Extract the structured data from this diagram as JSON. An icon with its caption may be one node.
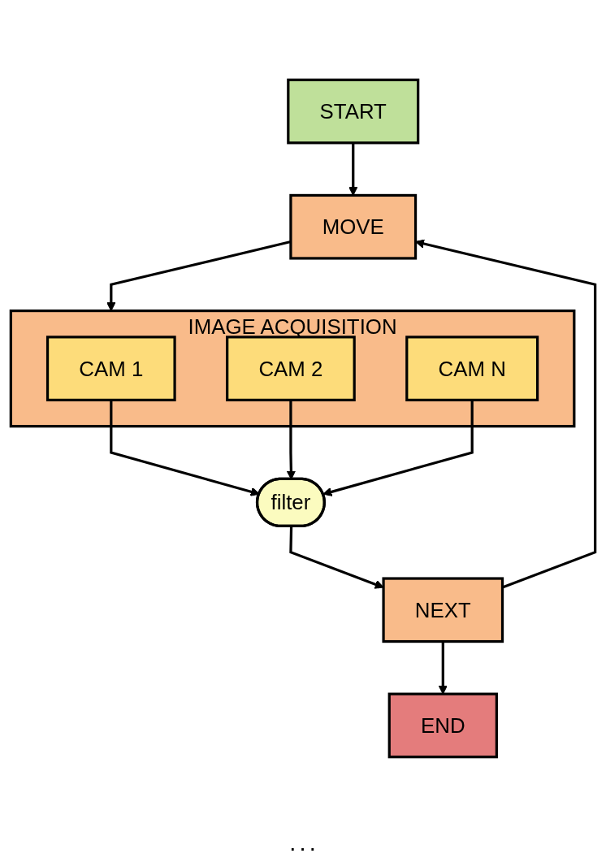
{
  "diagram": {
    "nodes": [
      {
        "text": [
          "START"
        ]
      },
      {
        "text": [
          "MOVE"
        ]
      },
      {
        "text": [
          "IMAGE ACQUISITION"
        ]
      },
      {
        "text": [
          "CAM 1"
        ],
        "in": 2
      },
      {
        "text": [
          "CAM 2"
        ],
        "in": 2
      },
      {
        "text": [
          "CAM N"
        ],
        "in": 2
      },
      {
        "text": [
          "filter"
        ]
      },
      {
        "text": [
          "NEXT"
        ]
      },
      {
        "text": [
          "END"
        ]
      }
    ],
    "edges": [
      {
        "from": 0,
        "to": 1,
        "arrow": "to"
      },
      {
        "from": 1,
        "to": 2,
        "arrow": "to"
      },
      {
        "from": 3,
        "to": 6,
        "arrow": "to"
      },
      {
        "from": 4,
        "to": 6,
        "arrow": "to"
      },
      {
        "from": 5,
        "to": 6,
        "arrow": "to"
      },
      {
        "from": 6,
        "to": 7,
        "arrow": "to"
      },
      {
        "from": 7,
        "to": 1,
        "arrow": "to"
      },
      {
        "from": 7,
        "to": 8,
        "arrow": "to"
      }
    ],
    "labels": [
      "· · ·"
    ]
  }
}
